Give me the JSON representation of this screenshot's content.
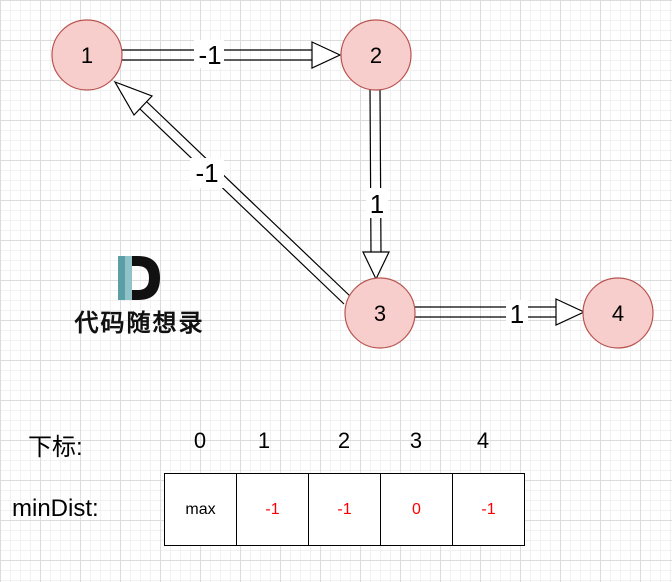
{
  "graph": {
    "nodes": [
      {
        "id": "1",
        "label": "1"
      },
      {
        "id": "2",
        "label": "2"
      },
      {
        "id": "3",
        "label": "3"
      },
      {
        "id": "4",
        "label": "4"
      }
    ],
    "edges": [
      {
        "from": "1",
        "to": "2",
        "weight": "-1"
      },
      {
        "from": "2",
        "to": "3",
        "weight": "1"
      },
      {
        "from": "3",
        "to": "1",
        "weight": "-1"
      },
      {
        "from": "3",
        "to": "4",
        "weight": "1"
      }
    ],
    "colors": {
      "node_fill": "#f8cecc",
      "node_stroke": "#b85450",
      "value_red": "#ff0000"
    }
  },
  "logo": {
    "text": "代码随想录"
  },
  "table": {
    "index_label": "下标:",
    "dist_label": "minDist:",
    "indices": [
      "0",
      "1",
      "2",
      "3",
      "4"
    ],
    "values": [
      "max",
      "-1",
      "-1",
      "0",
      "-1"
    ]
  }
}
